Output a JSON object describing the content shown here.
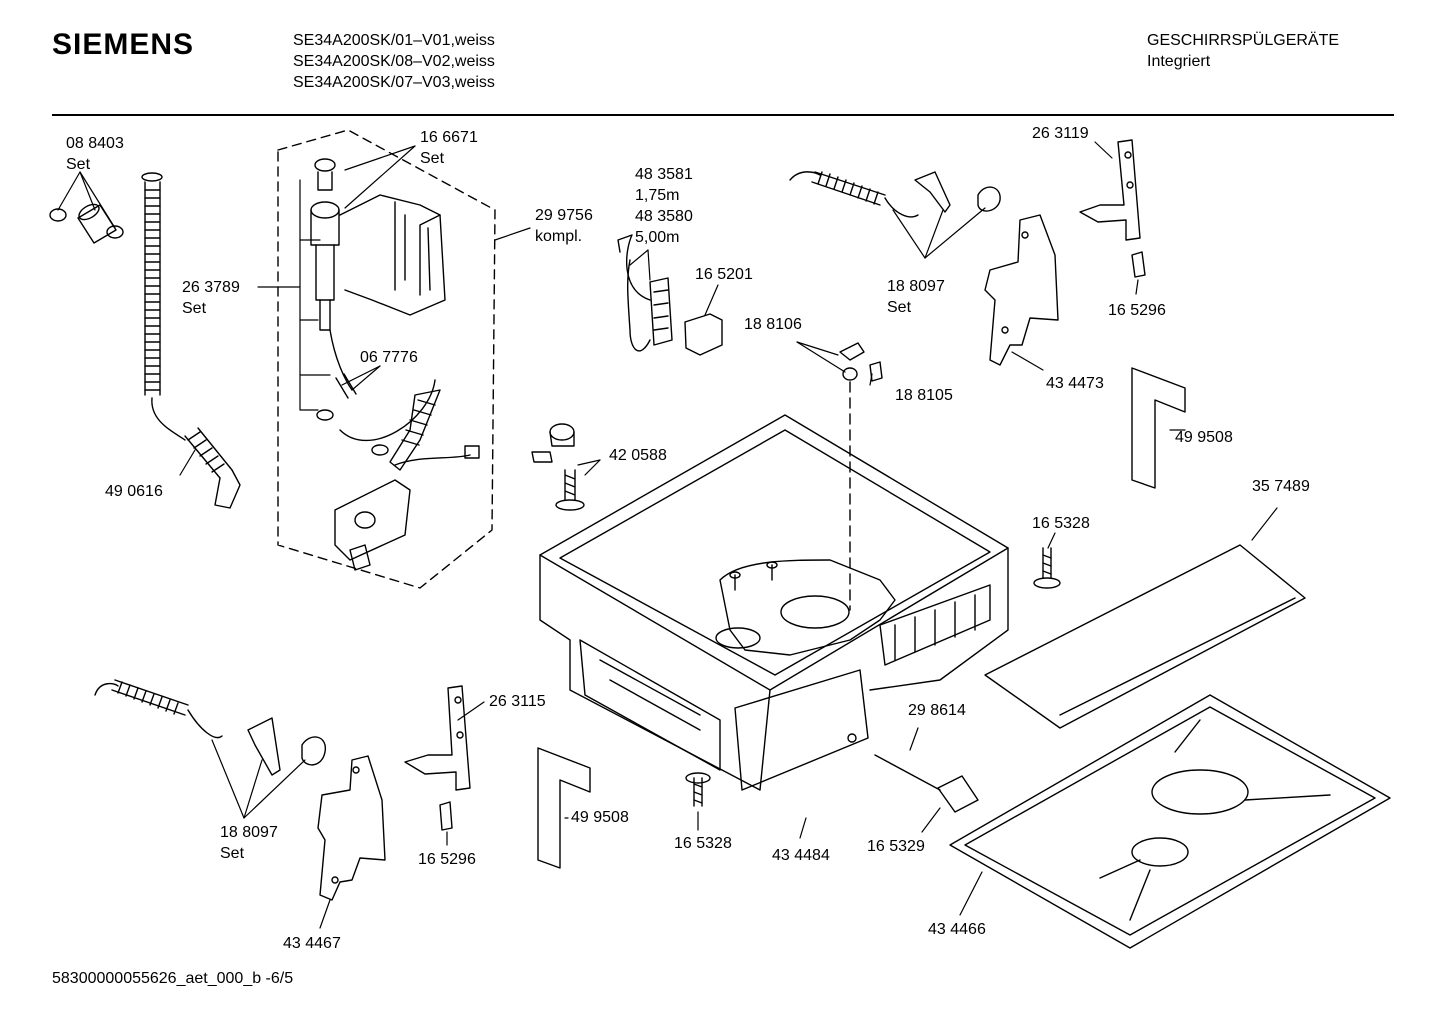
{
  "header": {
    "brand": "SIEMENS",
    "models": [
      "SE34A200SK/01–V01,weiss",
      "SE34A200SK/08–V02,weiss",
      "SE34A200SK/07–V03,weiss"
    ],
    "category": "GESCHIRRSPÜLGERÄTE",
    "subcategory": "Integriert"
  },
  "parts": [
    {
      "lines": [
        "08 8403",
        "Set"
      ]
    },
    {
      "lines": [
        "16 6671",
        "Set"
      ]
    },
    {
      "lines": [
        "29 9756",
        "kompl."
      ]
    },
    {
      "lines": [
        "26 3789",
        "Set"
      ]
    },
    {
      "lines": [
        "06 7776"
      ]
    },
    {
      "lines": [
        "49 0616"
      ]
    },
    {
      "lines": [
        "48 3581",
        "1,75m",
        "48 3580",
        "5,00m"
      ]
    },
    {
      "lines": [
        "16 5201"
      ]
    },
    {
      "lines": [
        "18 8106"
      ]
    },
    {
      "lines": [
        "18 8105"
      ]
    },
    {
      "lines": [
        "18 8097",
        "Set"
      ]
    },
    {
      "lines": [
        "26 3119"
      ]
    },
    {
      "lines": [
        "16 5296"
      ]
    },
    {
      "lines": [
        "43 4473"
      ]
    },
    {
      "lines": [
        "49 9508"
      ]
    },
    {
      "lines": [
        "42 0588"
      ]
    },
    {
      "lines": [
        "35 7489"
      ]
    },
    {
      "lines": [
        "16 5328"
      ]
    },
    {
      "lines": [
        "29 8614"
      ]
    },
    {
      "lines": [
        "26 3115"
      ]
    },
    {
      "lines": [
        "18 8097",
        "Set"
      ]
    },
    {
      "lines": [
        "49 9508"
      ]
    },
    {
      "lines": [
        "16 5296"
      ]
    },
    {
      "lines": [
        "16 5328"
      ]
    },
    {
      "lines": [
        "43 4484"
      ]
    },
    {
      "lines": [
        "16 5329"
      ]
    },
    {
      "lines": [
        "43 4467"
      ]
    },
    {
      "lines": [
        "43 4466"
      ]
    }
  ],
  "footer": {
    "doc_id": "58300000055626_aet_000_b  -6/5"
  }
}
